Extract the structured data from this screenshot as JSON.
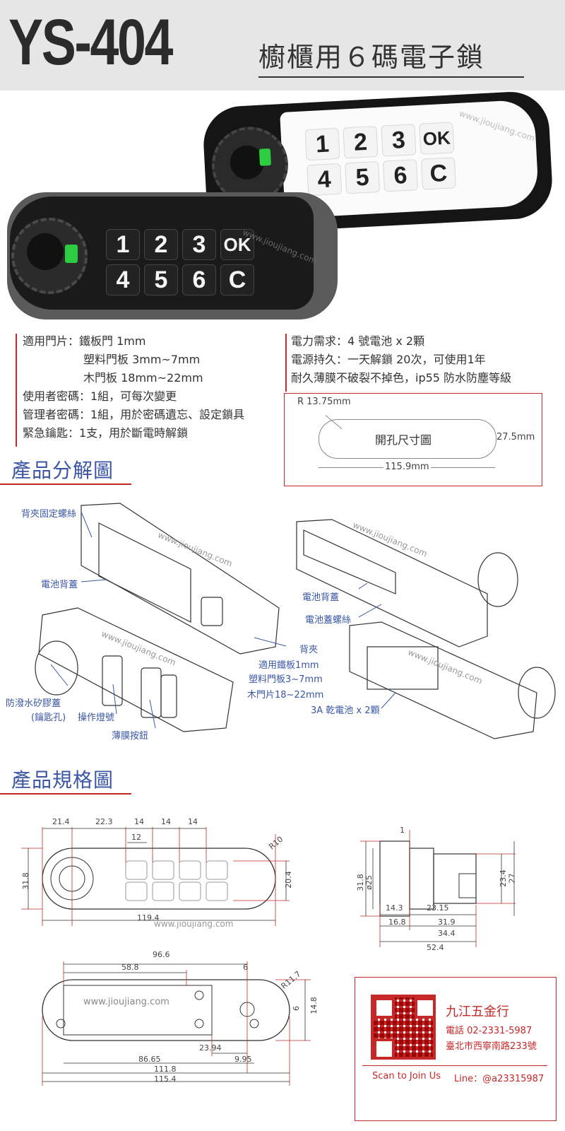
{
  "header": {
    "model": "YS-404",
    "subtitle": "櫥櫃用６碼電子鎖"
  },
  "keypad": [
    "1",
    "2",
    "3",
    "OK",
    "4",
    "5",
    "6",
    "C"
  ],
  "watermark": "www.jioujiang.com",
  "specs_left": [
    "適用門片：鐵板門  1mm",
    "塑料門板  3mm~7mm",
    "木門板  18mm~22mm",
    "使用者密碼：1組，可每次變更",
    "管理者密碼：1組，用於密碼遺忘、設定鎖具",
    "緊急鑰匙：1支，用於斷電時解鎖"
  ],
  "specs_right": [
    "電力需求：4 號電池 x 2顆",
    "電源持久：一天解鎖 20次，可使用1年",
    "耐久薄膜不破裂不掉色，ip55 防水防塵等級"
  ],
  "cutout": {
    "radius": "R  13.75mm",
    "label": "開孔尺寸圖",
    "height": "27.5mm",
    "width": "115.9mm"
  },
  "sections": {
    "exploded": "產品分解圖",
    "spec": "產品規格圖"
  },
  "exploded_labels": {
    "screw": "背夾固定螺絲",
    "battery_cover": "電池背蓋",
    "battery_cover2": "電池背蓋",
    "battery_screw": "電池蓋螺絲",
    "clip": "背夾",
    "clip_iron": "適用鐵板1mm",
    "clip_plastic": "塑料門板3~7mm",
    "clip_wood": "木門片18~22mm",
    "silicone": "防潑水矽膠蓋",
    "keyhole": "(鑰匙孔)",
    "led": "操作燈號",
    "membrane": "薄膜按鈕",
    "battery": "3A 乾電池 x 2顆"
  },
  "dims_front": {
    "d1": "21.4",
    "d2": "22.3",
    "d3": "14",
    "d4": "14",
    "d5": "14",
    "d6": "12",
    "h": "31.8",
    "r": "R10",
    "h2": "20.4",
    "w": "119.4"
  },
  "dims_side": {
    "top": "1",
    "h1": "31.8",
    "h2": "ø25",
    "d1": "14.3",
    "d2": "23.15",
    "d3": "16.8",
    "d4": "31.9",
    "d5": "34.4",
    "d6": "52.4",
    "r1": "23.4",
    "r2": "27"
  },
  "dims_back": {
    "top": "96.6",
    "t2": "58.8",
    "t3": "6",
    "r": "R11.7",
    "h1": "6",
    "h2": "14.8",
    "m": "23.94",
    "b1": "86.65",
    "b2": "9.95",
    "b3": "111.8",
    "b4": "115.4"
  },
  "contact": {
    "name": "九江五金行",
    "phone": "電話 02-2331-5987",
    "address": "臺北市西寧南路233號",
    "scan": "Scan to Join Us",
    "line": "Line：@a23315987"
  }
}
